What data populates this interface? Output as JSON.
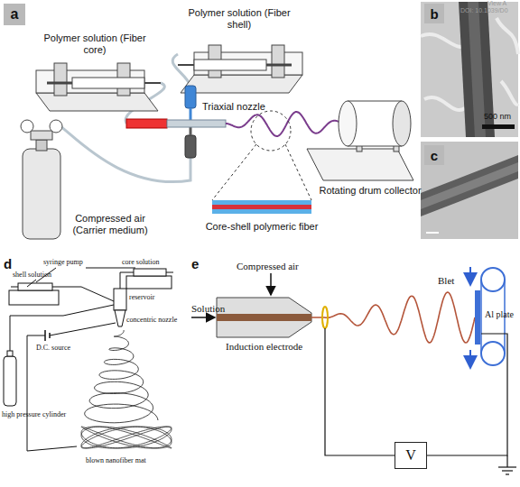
{
  "diagram": {
    "nodes": [
      {
        "text": [
          "a"
        ]
      },
      {
        "text": [
          "b"
        ]
      },
      {
        "text": [
          "c"
        ]
      },
      {
        "text": [
          "V"
        ]
      }
    ],
    "labels": [
      "Polymer solution (Fiber shell)",
      "Polymer solution (Fiber core)",
      "Triaxial nozzle",
      "Compressed air (Carrier medium)",
      "Rotating drum collector",
      "Core-shell polymeric fiber",
      "500 nm",
      "View A",
      "DOI: 10.1039/D0",
      "d",
      "syringe pump",
      "core solution",
      "shell solution",
      "reservoir",
      "concentric nozzle",
      "D.C. source",
      "high pressure cylinder",
      "blown nanofiber mat",
      "e",
      "Compressed air",
      "Solution",
      "Induction electrode",
      "Blet",
      "Al plate"
    ]
  }
}
